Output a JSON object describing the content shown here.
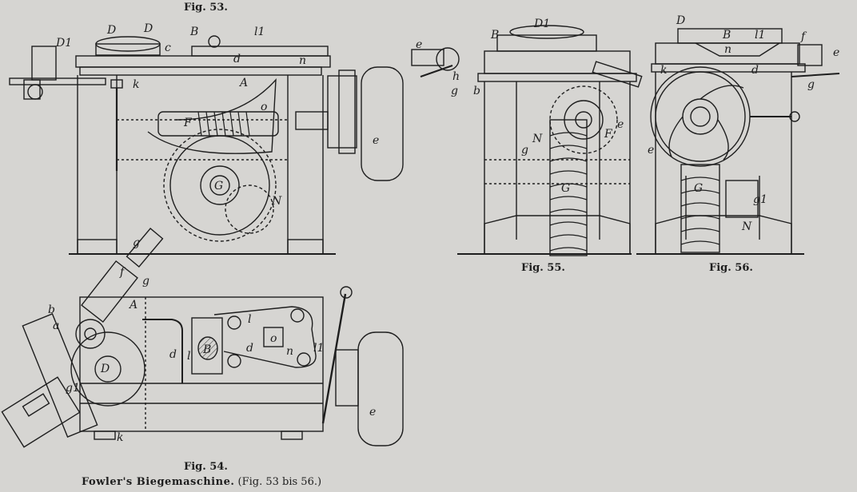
{
  "figures": {
    "fig53": {
      "label": "Fig. 53.",
      "letters": [
        "D1",
        "D",
        "D",
        "B",
        "l1",
        "c",
        "d",
        "n",
        "A",
        "k",
        "F",
        "o",
        "G",
        "N",
        "e"
      ]
    },
    "fig54": {
      "label": "Fig. 54.",
      "letters": [
        "g",
        "f",
        "g",
        "b",
        "a",
        "D",
        "A",
        "d",
        "l",
        "B",
        "d",
        "o",
        "n",
        "l",
        "l1",
        "e",
        "k",
        "g1"
      ]
    },
    "fig55": {
      "label": "Fig. 55.",
      "letters": [
        "D1",
        "B",
        "e",
        "h",
        "g",
        "b",
        "F",
        "N",
        "g",
        "G",
        "e"
      ]
    },
    "fig56": {
      "label": "Fig. 56.",
      "letters": [
        "D",
        "B",
        "l1",
        "f",
        "n",
        "k",
        "d",
        "e",
        "e",
        "g",
        "G",
        "g1",
        "N"
      ]
    }
  },
  "caption": {
    "name": "Fowler's Biegemaschine.",
    "range": "(Fig. 53 bis 56.)"
  },
  "palette": {
    "paper": "#d6d5d2",
    "ink": "#1e1e1e"
  }
}
